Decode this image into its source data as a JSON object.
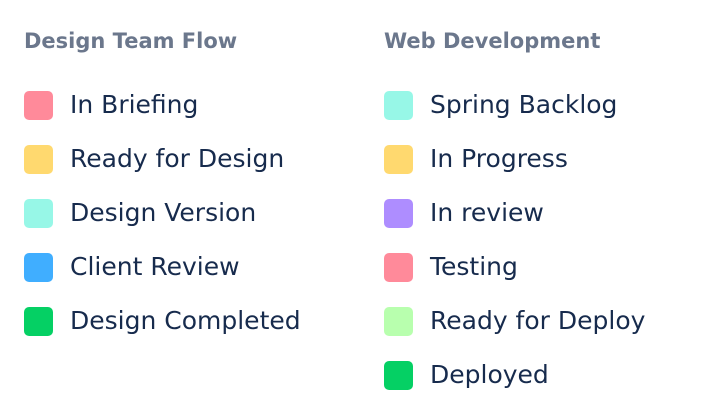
{
  "groups": [
    {
      "title": "Design Team Flow",
      "items": [
        {
          "label": "In Briefing",
          "color": "#FF8A9A"
        },
        {
          "label": "Ready for Design",
          "color": "#FFD96F"
        },
        {
          "label": "Design Version",
          "color": "#97F7E7"
        },
        {
          "label": "Client Review",
          "color": "#40AEFF"
        },
        {
          "label": "Design Completed",
          "color": "#05D064"
        }
      ]
    },
    {
      "title": "Web Development",
      "items": [
        {
          "label": "Spring Backlog",
          "color": "#97F7E7"
        },
        {
          "label": "In Progress",
          "color": "#FFD96F"
        },
        {
          "label": "In review",
          "color": "#AE8DFF"
        },
        {
          "label": "Testing",
          "color": "#FF8A9A"
        },
        {
          "label": "Ready for Deploy",
          "color": "#B8FFAE"
        },
        {
          "label": "Deployed",
          "color": "#05D064"
        }
      ]
    }
  ]
}
